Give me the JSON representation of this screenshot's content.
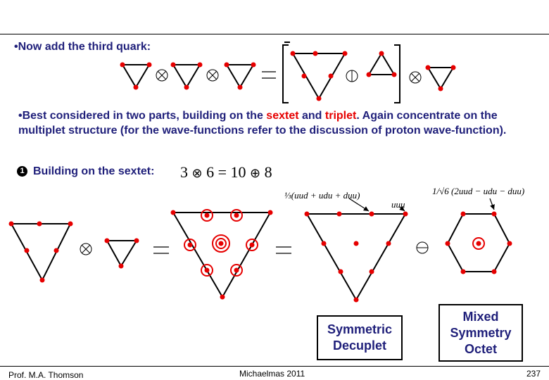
{
  "bullets": {
    "b1": "•Now add the third quark:",
    "b2_pre": "•Best considered in two parts, building on the ",
    "b2_sextet": "sextet",
    "b2_mid": " and ",
    "b2_triplet": "triplet",
    "b2_post": ". Again concentrate on the multiplet structure (for the wave-functions refer to the discussion of proton wave-function).",
    "b3_marker": "1",
    "b3": "Building on the sextet:"
  },
  "equation": {
    "lhs": "3",
    "mid": "6",
    "eq": "=",
    "a": "10",
    "b": "8"
  },
  "annotations": {
    "sym": "⅓(uud + udu + duu)",
    "uuu": "uuu",
    "mixed": "1/√6 (2uud − udu − duu)"
  },
  "boxes": {
    "decuplet_l1": "Symmetric",
    "decuplet_l2": "Decuplet",
    "octet_l1": "Mixed",
    "octet_l2": "Symmetry",
    "octet_l3": "Octet"
  },
  "footer": {
    "author": "Prof. M.A. Thomson",
    "term": "Michaelmas 2011",
    "page": "237"
  },
  "colors": {
    "dot": "#e60000",
    "text": "#1f1f7a"
  }
}
